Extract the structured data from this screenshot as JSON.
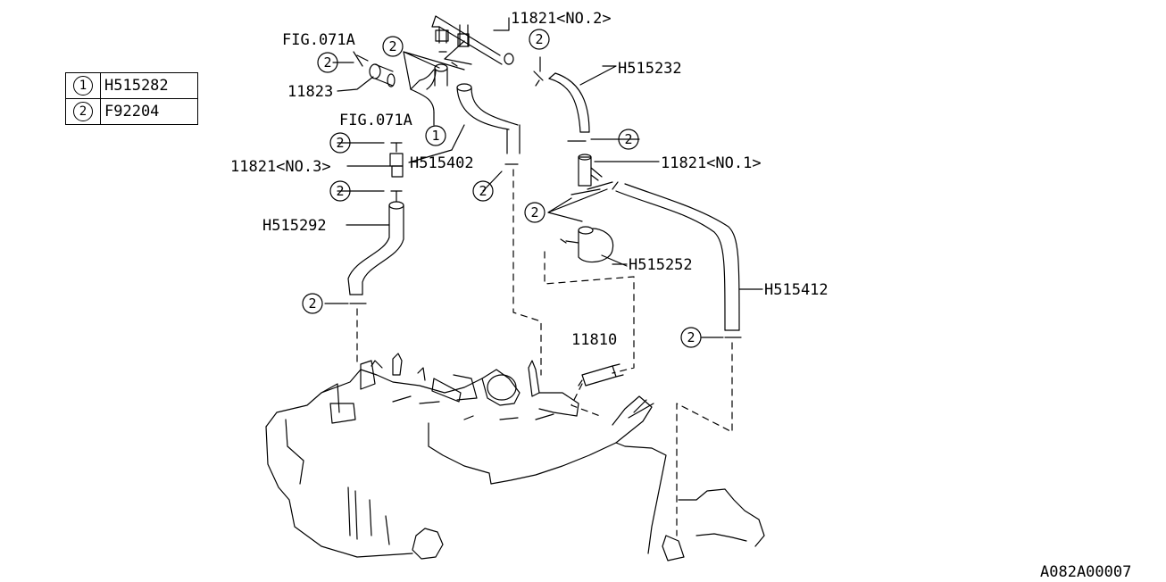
{
  "legend": [
    {
      "key": "1",
      "part": "H515282"
    },
    {
      "key": "2",
      "part": "F92204"
    }
  ],
  "callouts": {
    "c_11821_no2": "11821<NO.2>",
    "c_h515232": "H515232",
    "c_fig071a_top": "FIG.071A",
    "c_11823": "11823",
    "c_fig071a_mid": "FIG.071A",
    "c_h515402": "H515402",
    "c_11821_no3": "11821<NO.3>",
    "c_h515292": "H515292",
    "c_11821_no1": "11821<NO.1>",
    "c_h515252": "H515252",
    "c_h515412": "H515412",
    "c_11810": "11810"
  },
  "markers": {
    "one": "1",
    "two": "2"
  },
  "diagram_id": "A082A00007"
}
